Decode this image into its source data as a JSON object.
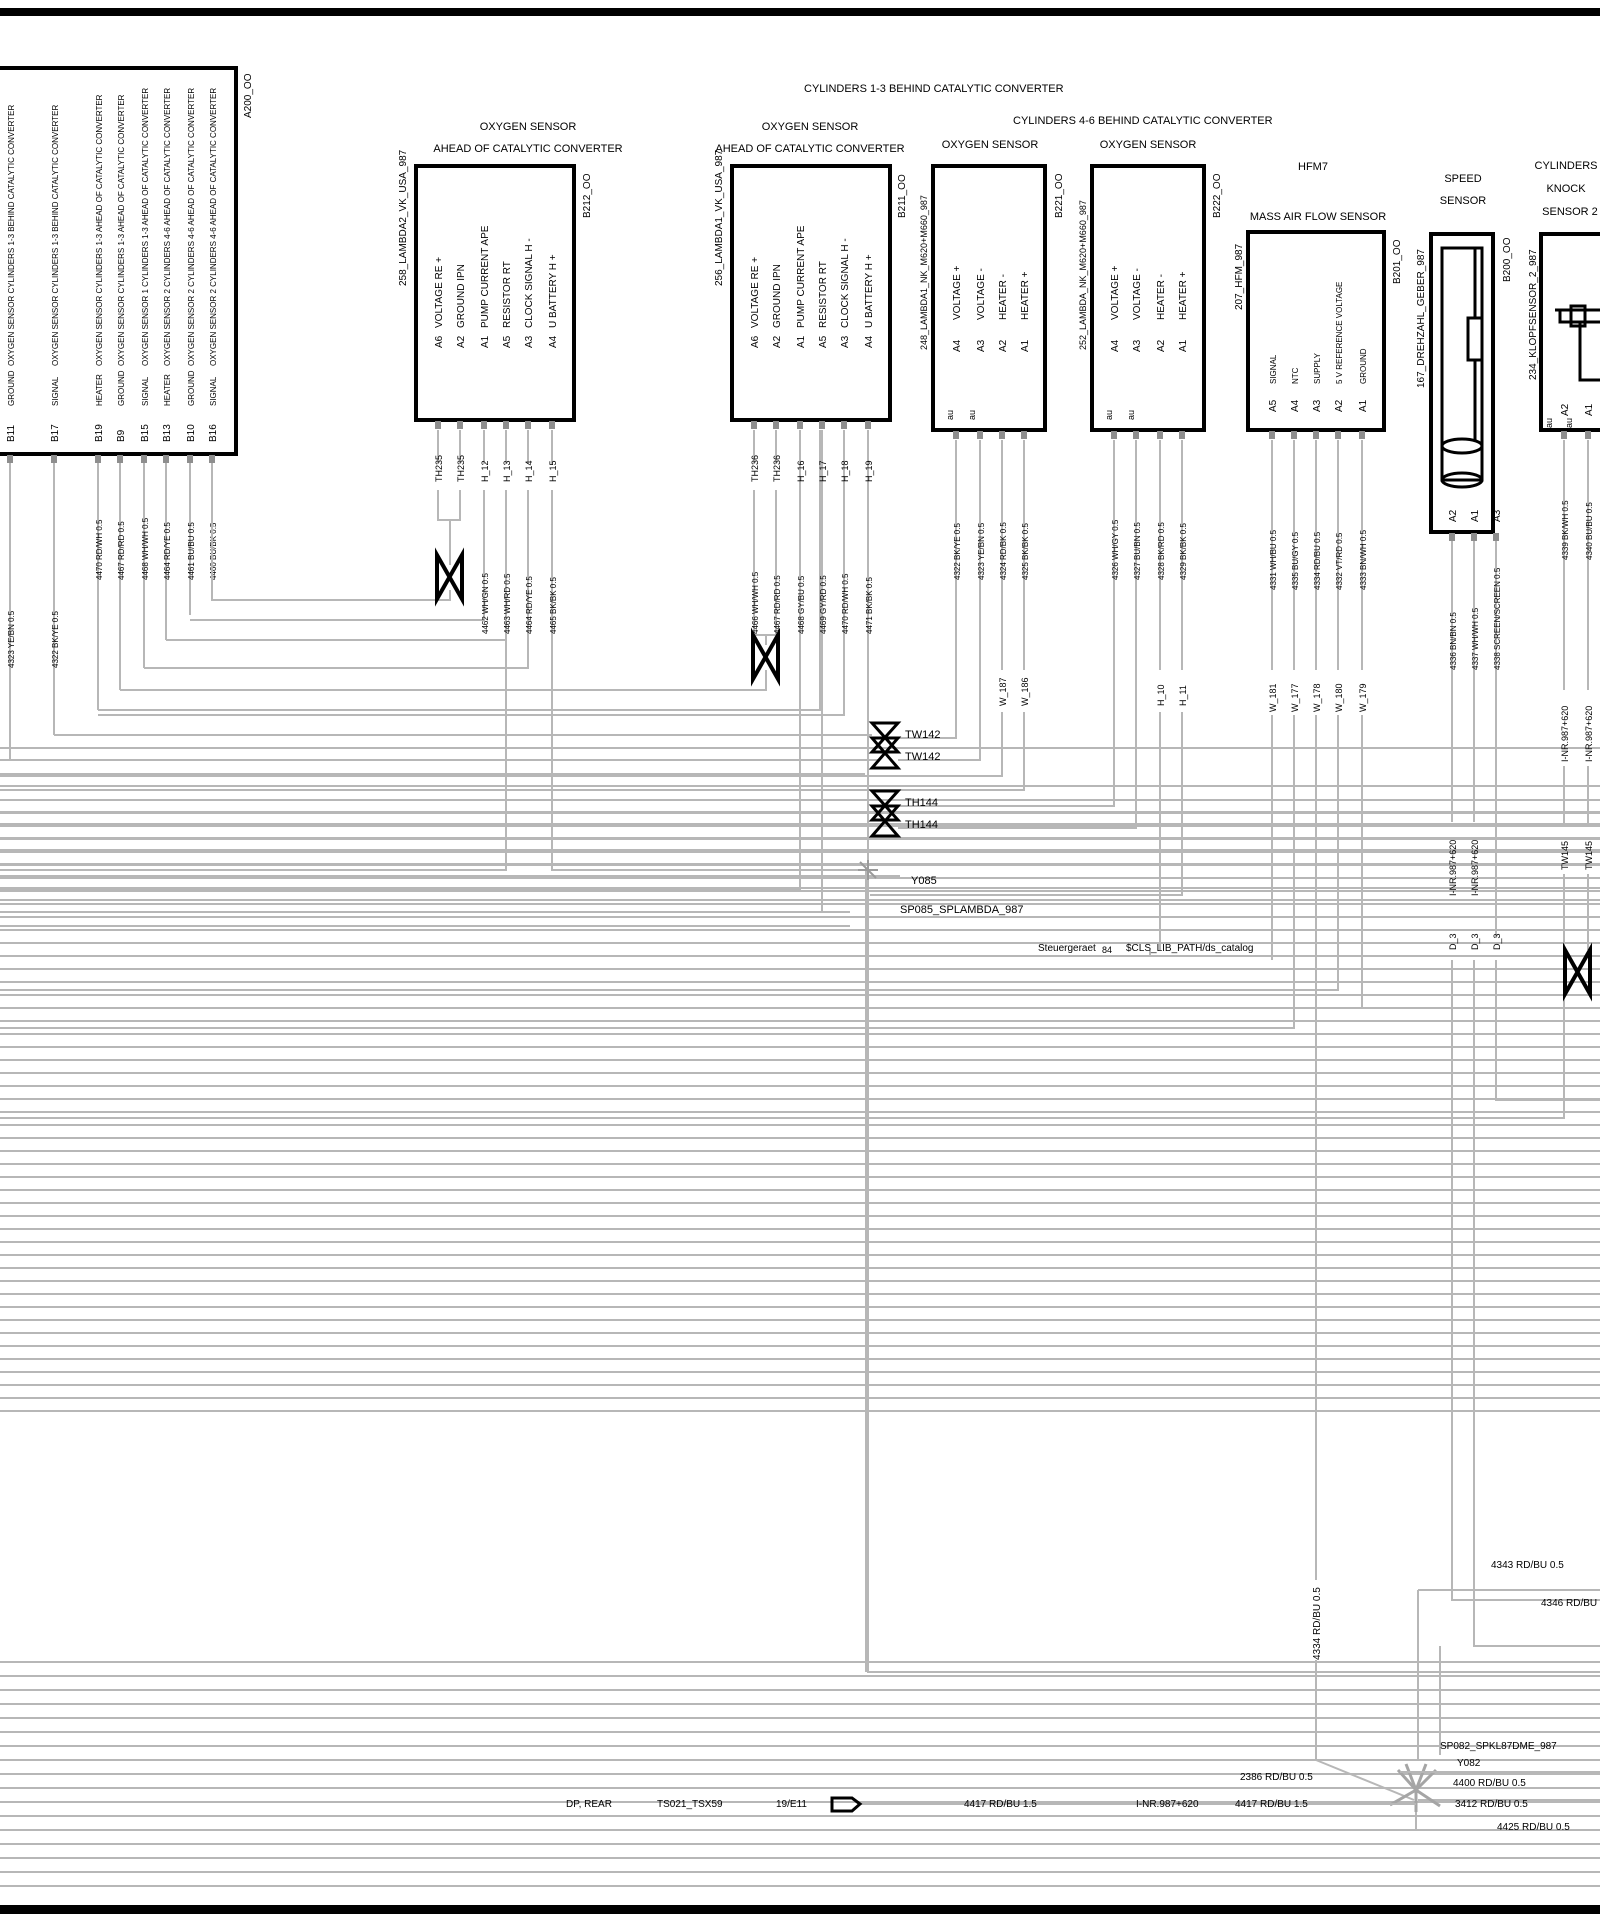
{
  "groups": {
    "cyl13": "CYLINDERS 1-3 BEHIND CATALYTIC CONVERTER",
    "cyl46": "CYLINDERS 4-6 BEHIND CATALYTIC CONVERTER"
  },
  "ecu": {
    "id": "A200_OO",
    "pins": [
      {
        "pin": "B11",
        "func": "GROUND",
        "desc": "OXYGEN SENSOR  CYLINDERS 1-3 BEHIND CATALYTIC CONVERTER"
      },
      {
        "pin": "B17",
        "func": "SIGNAL",
        "desc": "OXYGEN SENSOR  CYLINDERS 1-3 BEHIND CATALYTIC CONVERTER"
      },
      {
        "pin": "B19",
        "func": "HEATER",
        "desc": "OXYGEN SENSOR CYLINDERS 1-3 AHEAD OF CATALYTIC CONVERTER"
      },
      {
        "pin": "B9",
        "func": "GROUND",
        "desc": "OXYGEN SENSOR CYLINDERS 1-3 AHEAD OF CATALYTIC CONVERTER"
      },
      {
        "pin": "B15",
        "func": "SIGNAL",
        "desc": "OXYGEN SENSOR 1 CYLINDERS 1-3 AHEAD OF CATALYTIC CONVERTER"
      },
      {
        "pin": "B13",
        "func": "HEATER",
        "desc": "OXYGEN SENSOR 2 CYLINDERS 4-6 AHEAD OF CATALYTIC CONVERTER"
      },
      {
        "pin": "B10",
        "func": "GROUND",
        "desc": "OXYGEN SENSOR 2 CYLINDERS 4-6 AHEAD OF CATALYTIC CONVERTER"
      },
      {
        "pin": "B16",
        "func": "SIGNAL",
        "desc": "OXYGEN SENSOR 2 CYLINDERS 4-6 AHEAD OF CATALYTIC CONVERTER"
      }
    ],
    "wires": [
      "4323 YE/BN 0.5",
      "4322 BK/YE 0.5",
      "4470 RD/WH 0.5",
      "4467 RD/RD 0.5",
      "4468 WH/WH 0.5",
      "4464 RD/YE 0.5",
      "4461 BU/BU 0.5",
      "4460 BU/BK 0.5"
    ]
  },
  "s258": {
    "title1": "OXYGEN SENSOR",
    "title2": "AHEAD OF CATALYTIC CONVERTER",
    "name": "258_LAMBDA2_VK_USA_987",
    "id": "B212_OO",
    "pins": [
      {
        "pin": "A6",
        "label": "VOLTAGE   RE +",
        "conn": "TH235",
        "wire": ""
      },
      {
        "pin": "A2",
        "label": "GROUND  IPN",
        "conn": "TH235",
        "wire": ""
      },
      {
        "pin": "A1",
        "label": "PUMP CURRENT APE",
        "conn": "H_12",
        "wire": "4462 WH/GN 0.5"
      },
      {
        "pin": "A5",
        "label": "RESISTOR RT",
        "conn": "H_13",
        "wire": "4463 WH/RD 0.5"
      },
      {
        "pin": "A3",
        "label": "CLOCK SIGNAL  H -",
        "conn": "H_14",
        "wire": "4464 RD/YE 0.5"
      },
      {
        "pin": "A4",
        "label": "U BATTERY  H +",
        "conn": "H_15",
        "wire": "4465 BK/BK 0.5"
      }
    ]
  },
  "s256": {
    "title1": "OXYGEN SENSOR",
    "title2": "AHEAD OF CATALYTIC CONVERTER",
    "name": "256_LAMBDA1_VK_USA_987",
    "id": "B211_OO",
    "pins": [
      {
        "pin": "A6",
        "label": "VOLTAGE   RE +",
        "conn": "TH236",
        "wire": "4466 WH/WH 0.5"
      },
      {
        "pin": "A2",
        "label": "GROUND  IPN",
        "conn": "TH236",
        "wire": "4467 RD/RD 0.5"
      },
      {
        "pin": "A1",
        "label": "PUMP CURRENT APE",
        "conn": "H_16",
        "wire": "4468 GY/BU 0.5"
      },
      {
        "pin": "A5",
        "label": "RESISTOR  RT",
        "conn": "H_17",
        "wire": "4469 GY/RD 0.5"
      },
      {
        "pin": "A3",
        "label": "CLOCK SIGNAL  H -",
        "conn": "H_18",
        "wire": "4470 RD/WH 0.5"
      },
      {
        "pin": "A4",
        "label": "U BATTERY  H +",
        "conn": "H_19",
        "wire": "4471 BK/BK 0.5"
      }
    ]
  },
  "s248": {
    "title": "OXYGEN SENSOR",
    "name": "248_LAMBDA1_NK_M620+M660_987",
    "id": "B221_OO",
    "pins": [
      {
        "pin": "A4",
        "label": "VOLTAGE    +",
        "wire": "4322 BK/YE 0.5",
        "conn": ""
      },
      {
        "pin": "A3",
        "label": "VOLTAGE    -",
        "wire": "4323 YE/BN 0.5",
        "conn": ""
      },
      {
        "pin": "A2",
        "label": "HEATER    -",
        "wire": "4324 RD/BK 0.5",
        "conn": "W_187"
      },
      {
        "pin": "A1",
        "label": "HEATER    +",
        "wire": "4325 BK/BK 0.5",
        "conn": "W_186"
      }
    ]
  },
  "s252": {
    "title": "OXYGEN SENSOR",
    "name": "252_LAMBDA_NK_M620+M660_987",
    "id": "B222_OO",
    "pins": [
      {
        "pin": "A4",
        "label": "VOLTAGE    +",
        "wire": "4326 WH/GY 0.5",
        "conn": ""
      },
      {
        "pin": "A3",
        "label": "VOLTAGE    -",
        "wire": "4327 BU/BN 0.5",
        "conn": ""
      },
      {
        "pin": "A2",
        "label": "HEATER    -",
        "wire": "4328 BK/RD 0.5",
        "conn": "H_10"
      },
      {
        "pin": "A1",
        "label": "HEATER    +",
        "wire": "4329 BK/BK 0.5",
        "conn": "H_11"
      }
    ]
  },
  "hfm": {
    "title1": "HFM7",
    "title2": "MASS AIR FLOW SENSOR",
    "name": "207_HFM_987",
    "id": "B201_OO",
    "pins": [
      {
        "pin": "A5",
        "label": "SIGNAL",
        "wire": "4331 WH/BU 0.5",
        "conn": "W_181"
      },
      {
        "pin": "A4",
        "label": "NTC",
        "wire": "4335 BU/GY 0.5",
        "conn": "W_177"
      },
      {
        "pin": "A3",
        "label": "SUPPLY",
        "wire": "4334 RD/BU 0.5",
        "conn": "W_178"
      },
      {
        "pin": "A2",
        "label": "5 V REFERENCE VOLTAGE",
        "wire": "4332 VT/RD 0.5",
        "conn": "W_180"
      },
      {
        "pin": "A1",
        "label": "GROUND",
        "wire": "4333 BN/WH 0.5",
        "conn": "W_179"
      }
    ]
  },
  "speed": {
    "title1": "SPEED",
    "title2": "SENSOR",
    "name": "167_DREHZAHL_GEBER_987",
    "id": "B200_OO",
    "pins": [
      {
        "pin": "A2",
        "wire": "4336 BN/BN 0.5",
        "nr": "I-NR.987+620",
        "d": "D_3"
      },
      {
        "pin": "A1",
        "wire": "4337 WH/WH 0.5",
        "nr": "I-NR.987+620",
        "d": "D_3"
      },
      {
        "pin": "A3",
        "wire": "4338 SCREEN/SCREEN 0.5",
        "nr": "",
        "d": "D_3"
      }
    ]
  },
  "knock": {
    "title1": "CYLINDERS",
    "title2": "KNOCK",
    "title3": "SENSOR 2",
    "name": "234_KLOPFSENSOR_2_987",
    "pins": [
      {
        "pin": "A2",
        "wire": "4339 BK/WH 0.5",
        "nr": "I-NR.987+620",
        "tw": "TW145"
      },
      {
        "pin": "A1",
        "wire": "4340 BU/BU 0.5",
        "nr": "I-NR.987+620",
        "tw": "TW145"
      }
    ]
  },
  "mid": {
    "tw1": "TW142",
    "tw2": "TW142",
    "th1": "TH144",
    "th2": "TH144",
    "y085": "Y085",
    "sp085": "SP085_SPLAMBDA_987",
    "steuer": "Steuergeraet",
    "steuer_num": "84",
    "catalog": "$CLS_LIB_PATH/ds_catalog"
  },
  "bottom": {
    "w4343": "4343 RD/BU 0.5",
    "w4346": "4346 RD/BU",
    "w4334": "4334 RD/BU 0.5",
    "sp082": "SP082_SPKL87DME_987",
    "y082": "Y082",
    "w2386": "2386 RD/BU 0.5",
    "w4400": "4400 RD/BU 0.5",
    "w3412": "3412 RD/BU 0.5",
    "w4425": "4425 RD/BU 0.5",
    "dp": "DP, REAR",
    "ts": "TS021_TSX59",
    "ref": "19/E11",
    "w4417a": "4417 RD/BU 1.5",
    "inr": "I-NR.987+620",
    "w4417b": "4417 RD/BU 1.5"
  }
}
